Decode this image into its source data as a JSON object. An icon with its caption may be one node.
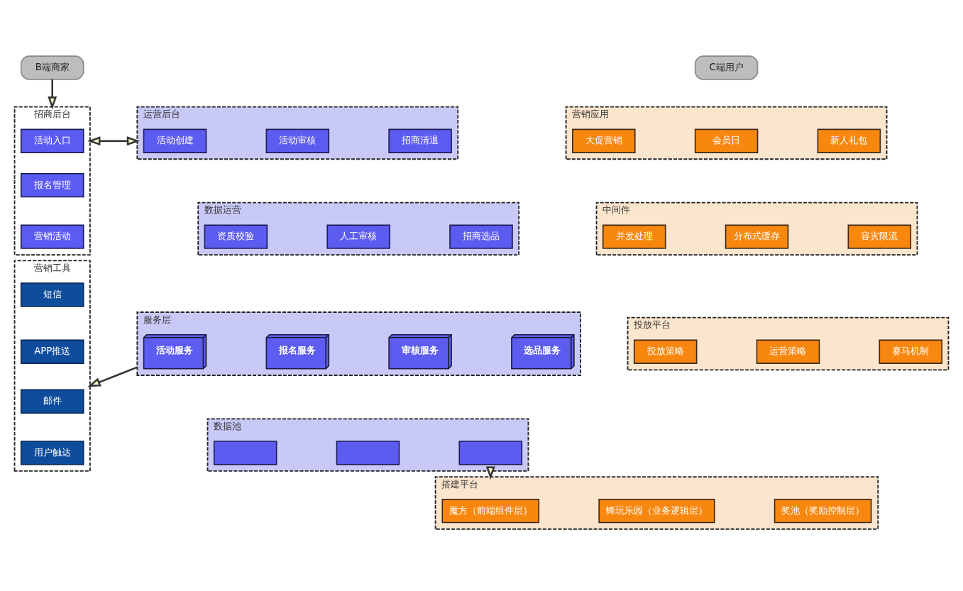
{
  "diagram": {
    "nodes": [
      {
        "text": [
          "B端商家"
        ]
      },
      {
        "text": [
          "招商后台"
        ]
      },
      {
        "text": [
          "活动入口"
        ],
        "in": 1
      },
      {
        "text": [
          "报名管理"
        ],
        "in": 1
      },
      {
        "text": [
          "营销活动"
        ],
        "in": 1
      },
      {
        "text": [
          "营销工具"
        ]
      },
      {
        "text": [
          "短信"
        ],
        "in": 5
      },
      {
        "text": [
          "APP推送"
        ],
        "in": 5
      },
      {
        "text": [
          "邮件"
        ],
        "in": 5
      },
      {
        "text": [
          "用户触达"
        ],
        "in": 5
      },
      {
        "text": [
          "运营后台"
        ]
      },
      {
        "text": [
          "活动创建"
        ],
        "in": 10
      },
      {
        "text": [
          "活动审核"
        ],
        "in": 10
      },
      {
        "text": [
          "招商清退"
        ],
        "in": 10
      },
      {
        "text": [
          "数据运营"
        ]
      },
      {
        "text": [
          "资质校验"
        ],
        "in": 14
      },
      {
        "text": [
          "人工审核"
        ],
        "in": 14
      },
      {
        "text": [
          "招商选品"
        ],
        "in": 14
      },
      {
        "text": [
          "服务层"
        ]
      },
      {
        "text": [
          "活动服务"
        ],
        "in": 18
      },
      {
        "text": [
          "报名服务"
        ],
        "in": 18
      },
      {
        "text": [
          "审核服务"
        ],
        "in": 18
      },
      {
        "text": [
          "选品服务"
        ],
        "in": 18
      },
      {
        "text": [
          "数据池"
        ]
      },
      {
        "text": [],
        "shape": "box",
        "in": 23
      },
      {
        "text": [],
        "shape": "box",
        "in": 23
      },
      {
        "text": [],
        "shape": "box",
        "in": 23
      },
      {
        "text": [
          "C端用户"
        ]
      },
      {
        "text": [
          "营销应用"
        ]
      },
      {
        "text": [
          "大促营销"
        ],
        "in": 28
      },
      {
        "text": [
          "会员日"
        ],
        "in": 28
      },
      {
        "text": [
          "新人礼包"
        ],
        "in": 28
      },
      {
        "text": [
          "中间件"
        ]
      },
      {
        "text": [
          "并发处理"
        ],
        "in": 32
      },
      {
        "text": [
          "分布式缓存"
        ],
        "in": 32
      },
      {
        "text": [
          "容灾限流"
        ],
        "in": 32
      },
      {
        "text": [
          "投放平台"
        ]
      },
      {
        "text": [
          "投放策略"
        ],
        "in": 36
      },
      {
        "text": [
          "运营策略"
        ],
        "in": 36
      },
      {
        "text": [
          "赛马机制"
        ],
        "in": 36
      },
      {
        "text": [
          "搭建平台"
        ]
      },
      {
        "text": [
          "魔方（前端组件层）"
        ],
        "in": 40
      },
      {
        "text": [
          "蜂玩乐园（业务逻辑层）"
        ],
        "in": 40
      },
      {
        "text": [
          "奖池（奖励控制层）"
        ],
        "in": 40
      }
    ],
    "edges": [
      {
        "from": 0,
        "to": 1,
        "arrow": "to"
      },
      {
        "from": 1,
        "to": 10,
        "arrow": "both"
      },
      {
        "from": 18,
        "to": 5,
        "arrow": "to"
      },
      {
        "from": 23,
        "to": 40,
        "arrow": "to"
      }
    ]
  }
}
